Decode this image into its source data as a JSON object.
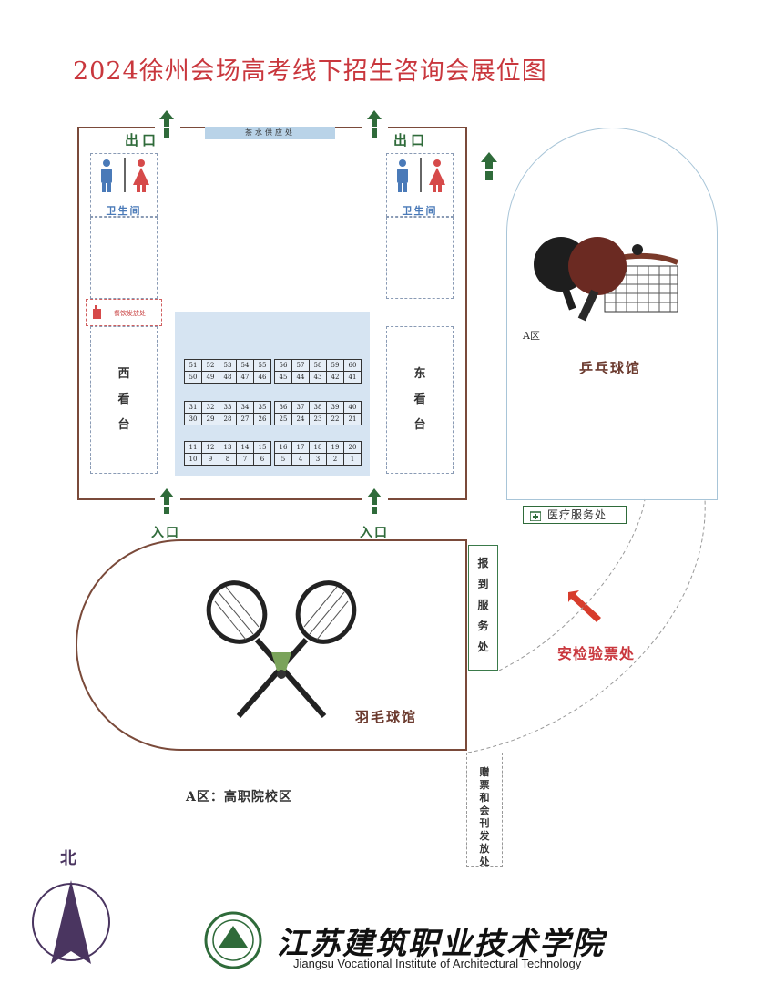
{
  "title": "2024徐州会场高考线下招生咨询会展位图",
  "tea_station": "茶水供应处",
  "exit_label": "出口",
  "entrance_label": "入口",
  "restroom_label": "卫生间",
  "food_label": "餐饮发放处",
  "west_stand": [
    "西",
    "看",
    "台"
  ],
  "east_stand": [
    "东",
    "看",
    "台"
  ],
  "booth_rows": [
    [
      [
        "51",
        "52",
        "53",
        "54",
        "55"
      ],
      [
        "56",
        "57",
        "58",
        "59",
        "60"
      ]
    ],
    [
      [
        "50",
        "49",
        "48",
        "47",
        "46"
      ],
      [
        "45",
        "44",
        "43",
        "42",
        "41"
      ]
    ],
    [
      [
        "31",
        "32",
        "33",
        "34",
        "35"
      ],
      [
        "36",
        "37",
        "38",
        "39",
        "40"
      ]
    ],
    [
      [
        "30",
        "29",
        "28",
        "27",
        "26"
      ],
      [
        "25",
        "24",
        "23",
        "22",
        "21"
      ]
    ],
    [
      [
        "11",
        "12",
        "13",
        "14",
        "15"
      ],
      [
        "16",
        "17",
        "18",
        "19",
        "20"
      ]
    ],
    [
      [
        "10",
        "9",
        "8",
        "7",
        "6"
      ],
      [
        "5",
        "4",
        "3",
        "2",
        "1"
      ]
    ]
  ],
  "table_tennis_hall": "乒乓球馆",
  "zone_a_short": "A区",
  "medical_label": "医疗服务处",
  "registration_label": [
    "报",
    "到",
    "服",
    "务",
    "处"
  ],
  "security_label": "安检验票处",
  "badminton_hall": "羽毛球馆",
  "gift_label": [
    "赠",
    "票",
    "和",
    "会",
    "刊",
    "发",
    "放",
    "处"
  ],
  "zone_a_full": "A区：高职院校区",
  "north_label": "北",
  "school_name_cn": "江苏建筑职业技术学院",
  "school_name_en": "Jiangsu Vocational Institute of Architectural Technology",
  "colors": {
    "title_red": "#c9373d",
    "wall_brown": "#7a4a3a",
    "arrow_green": "#2f6b3a",
    "hall_blue": "#d6e4f2"
  },
  "icons": [
    "arrow-up-icon",
    "male-restroom-icon",
    "female-restroom-icon",
    "food-icon",
    "first-aid-icon",
    "arrow-up-left-icon",
    "table-tennis-icon",
    "badminton-icon",
    "compass-north-icon",
    "school-logo"
  ]
}
